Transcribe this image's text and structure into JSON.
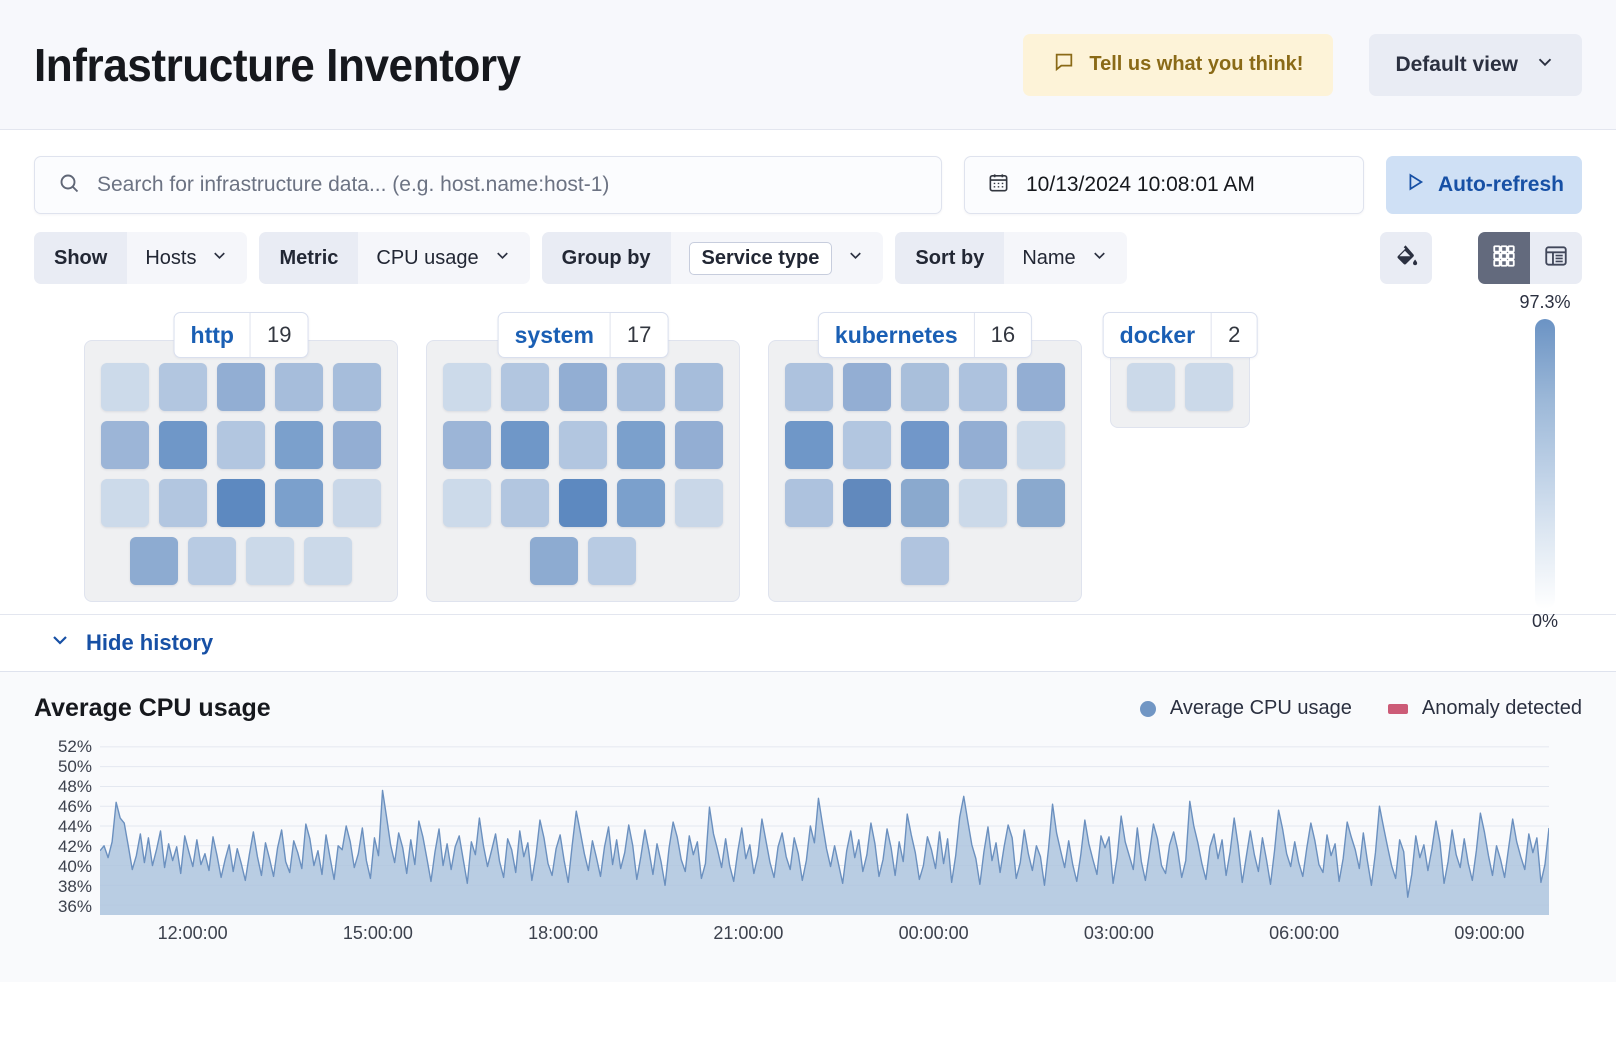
{
  "header": {
    "title": "Infrastructure Inventory",
    "feedback_label": "Tell us what you think!",
    "feedback_icon": "comment-icon",
    "view_label": "Default view",
    "view_icon": "chevron-down-icon"
  },
  "search": {
    "placeholder": "Search for infrastructure data... (e.g. host.name:host-1)",
    "value": "",
    "icon": "search-icon",
    "date_value": "10/13/2024 10:08:01 AM",
    "date_icon": "calendar-icon",
    "refresh_label": "Auto-refresh",
    "refresh_icon": "play-icon"
  },
  "filters": [
    {
      "label": "Show",
      "value": "Hosts",
      "boxed": false
    },
    {
      "label": "Metric",
      "value": "CPU usage",
      "boxed": false
    },
    {
      "label": "Group by",
      "value": "Service type",
      "boxed": true
    },
    {
      "label": "Sort by",
      "value": "Name",
      "boxed": false
    }
  ],
  "toolbar": {
    "palette_icon": "paint-bucket-icon",
    "grid_view_icon": "grid-view-icon",
    "table_view_icon": "table-view-icon",
    "active_view": "grid"
  },
  "legend_scale": {
    "max_label": "97.3%",
    "min_label": "0%",
    "color_high": "#6b93c4",
    "color_low": "#ffffff"
  },
  "groups": [
    {
      "name": "http",
      "count": "19",
      "rows": [
        [
          "#ccdaea",
          "#b2c6e0",
          "#92aed3",
          "#a6bddb",
          "#a6bddb"
        ],
        [
          "#9cb5d7",
          "#6f97c8",
          "#b2c6e0",
          "#7ba0cc",
          "#93aed3"
        ],
        [
          "#ccdaea",
          "#b2c6e0",
          "#5d89c0",
          "#7ba0cc",
          "#c9d7e8"
        ],
        [
          "#8dabd1",
          "#b8cbe3",
          "#cbd9e9",
          "#cbd9e9"
        ]
      ]
    },
    {
      "name": "system",
      "count": "17",
      "rows": [
        [
          "#ccdaea",
          "#b2c6e0",
          "#92aed3",
          "#a6bddb",
          "#a6bddb"
        ],
        [
          "#9cb5d7",
          "#6f97c8",
          "#b2c6e0",
          "#7ba0cc",
          "#93aed3"
        ],
        [
          "#ccdaea",
          "#b2c6e0",
          "#5d89c0",
          "#7ba0cc",
          "#c9d7e8"
        ],
        [
          "#8dabd1",
          "#b8cbe3"
        ]
      ]
    },
    {
      "name": "kubernetes",
      "count": "16",
      "rows": [
        [
          "#adc2de",
          "#93aed3",
          "#a9bfdb",
          "#adc2de",
          "#93aed3"
        ],
        [
          "#6f97c8",
          "#b2c6e0",
          "#7197c9",
          "#93aed3",
          "#cbd9e9"
        ],
        [
          "#adc2de",
          "#6189bd",
          "#8aa9ce",
          "#cbd9e9",
          "#8aa9ce"
        ],
        [
          "#b0c4df"
        ]
      ]
    },
    {
      "name": "docker",
      "count": "2",
      "rows": [
        [
          "#cbd9e9",
          "#cbd9e9"
        ]
      ]
    }
  ],
  "history": {
    "toggle_label": "Hide history",
    "toggle_icon": "chevron-down-icon"
  },
  "chart_data": {
    "type": "area",
    "title": "Average CPU usage",
    "xlabel": "",
    "ylabel": "",
    "ylim": [
      35,
      53
    ],
    "ytick_labels": [
      "52%",
      "50%",
      "48%",
      "46%",
      "44%",
      "42%",
      "40%",
      "38%",
      "36%"
    ],
    "ytick_values": [
      52,
      50,
      48,
      46,
      44,
      42,
      40,
      38,
      36
    ],
    "xtick_labels": [
      "12:00:00",
      "15:00:00",
      "18:00:00",
      "21:00:00",
      "00:00:00",
      "03:00:00",
      "06:00:00",
      "09:00:00"
    ],
    "grid": true,
    "legend_position": "top-right",
    "series": [
      {
        "name": "Average CPU usage",
        "color": "#7196c4",
        "marker": "circle"
      },
      {
        "name": "Anomaly detected",
        "color": "#cc5b77",
        "marker": "square"
      }
    ],
    "values": [
      41.5,
      42.0,
      40.8,
      42.4,
      46.4,
      44.8,
      44.3,
      42.0,
      39.6,
      41.0,
      43.2,
      40.3,
      42.8,
      40.0,
      41.6,
      43.5,
      39.8,
      42.2,
      40.5,
      41.9,
      39.2,
      43.0,
      41.4,
      39.9,
      42.6,
      40.1,
      41.2,
      39.5,
      42.9,
      41.0,
      38.8,
      40.6,
      42.1,
      39.4,
      41.7,
      40.2,
      38.5,
      41.1,
      43.4,
      40.9,
      39.0,
      42.3,
      40.7,
      38.9,
      41.8,
      43.6,
      40.4,
      39.3,
      42.5,
      41.3,
      39.7,
      44.2,
      42.7,
      40.0,
      41.5,
      39.1,
      43.1,
      40.8,
      38.6,
      42.0,
      41.6,
      44.0,
      42.4,
      39.8,
      41.2,
      43.8,
      40.5,
      38.7,
      42.8,
      41.0,
      47.6,
      44.9,
      42.1,
      40.3,
      43.3,
      41.8,
      39.2,
      42.6,
      40.1,
      44.5,
      42.9,
      40.7,
      38.4,
      41.4,
      43.7,
      40.0,
      42.2,
      39.6,
      41.9,
      43.0,
      40.6,
      38.2,
      42.4,
      41.1,
      44.8,
      42.0,
      39.9,
      41.5,
      43.2,
      40.4,
      38.8,
      42.7,
      41.6,
      39.3,
      43.5,
      40.9,
      42.3,
      38.5,
      41.0,
      44.6,
      42.8,
      40.2,
      39.0,
      41.7,
      43.1,
      40.5,
      38.3,
      42.1,
      45.5,
      43.4,
      41.2,
      39.5,
      42.5,
      40.8,
      38.9,
      41.9,
      43.9,
      40.1,
      42.6,
      39.7,
      41.3,
      44.1,
      42.0,
      38.6,
      40.9,
      43.6,
      41.5,
      39.1,
      42.2,
      40.4,
      38.0,
      41.8,
      44.4,
      42.9,
      40.6,
      39.4,
      43.0,
      41.1,
      42.4,
      38.7,
      40.2,
      45.9,
      43.2,
      41.6,
      39.8,
      42.7,
      40.0,
      38.4,
      41.4,
      43.8,
      40.7,
      42.1,
      39.2,
      41.0,
      44.7,
      42.5,
      40.3,
      38.8,
      41.9,
      43.3,
      40.9,
      39.6,
      42.8,
      41.2,
      38.5,
      40.5,
      44.0,
      42.3,
      46.8,
      44.2,
      41.7,
      39.9,
      42.0,
      40.1,
      38.2,
      41.5,
      43.5,
      40.8,
      42.6,
      39.4,
      41.1,
      44.3,
      42.2,
      38.9,
      40.6,
      43.7,
      41.8,
      39.0,
      42.4,
      40.4,
      45.2,
      43.1,
      41.3,
      38.6,
      40.0,
      42.9,
      41.6,
      39.7,
      43.4,
      40.2,
      42.7,
      38.3,
      41.0,
      44.9,
      47.0,
      44.5,
      42.1,
      40.7,
      38.1,
      41.4,
      43.9,
      40.5,
      42.3,
      39.3,
      41.9,
      44.1,
      42.8,
      38.7,
      40.3,
      43.6,
      41.2,
      39.5,
      42.0,
      40.9,
      38.0,
      41.7,
      46.2,
      43.3,
      41.5,
      39.8,
      42.5,
      40.1,
      38.4,
      41.1,
      44.6,
      42.2,
      40.6,
      39.1,
      43.0,
      41.8,
      42.9,
      38.2,
      40.8,
      45.0,
      42.4,
      41.0,
      39.6,
      43.8,
      40.4,
      38.5,
      41.3,
      44.2,
      42.7,
      40.0,
      39.2,
      42.1,
      43.4,
      41.6,
      38.8,
      40.5,
      46.5,
      44.0,
      42.3,
      40.2,
      38.6,
      41.9,
      43.2,
      40.7,
      42.6,
      39.0,
      41.4,
      44.8,
      42.0,
      38.3,
      40.9,
      43.5,
      41.1,
      39.4,
      42.8,
      40.6,
      38.1,
      41.5,
      45.6,
      43.7,
      41.2,
      39.9,
      42.4,
      40.3,
      38.9,
      41.8,
      44.3,
      42.5,
      40.1,
      39.3,
      43.1,
      41.0,
      42.2,
      38.4,
      40.7,
      44.4,
      42.9,
      41.6,
      39.7,
      43.3,
      40.5,
      38.0,
      41.3,
      46.0,
      43.9,
      41.9,
      40.0,
      38.7,
      42.6,
      41.4,
      36.8,
      39.1,
      43.0,
      40.8,
      42.1,
      39.5,
      41.7,
      44.5,
      42.3,
      38.2,
      40.4,
      43.6,
      41.1,
      39.8,
      42.7,
      40.2,
      38.5,
      41.5,
      45.3,
      43.4,
      41.0,
      39.0,
      42.0,
      40.6,
      38.8,
      41.8,
      44.7,
      42.4,
      40.9,
      39.6,
      43.2,
      41.3,
      42.8,
      38.3,
      40.1,
      43.8
    ]
  }
}
